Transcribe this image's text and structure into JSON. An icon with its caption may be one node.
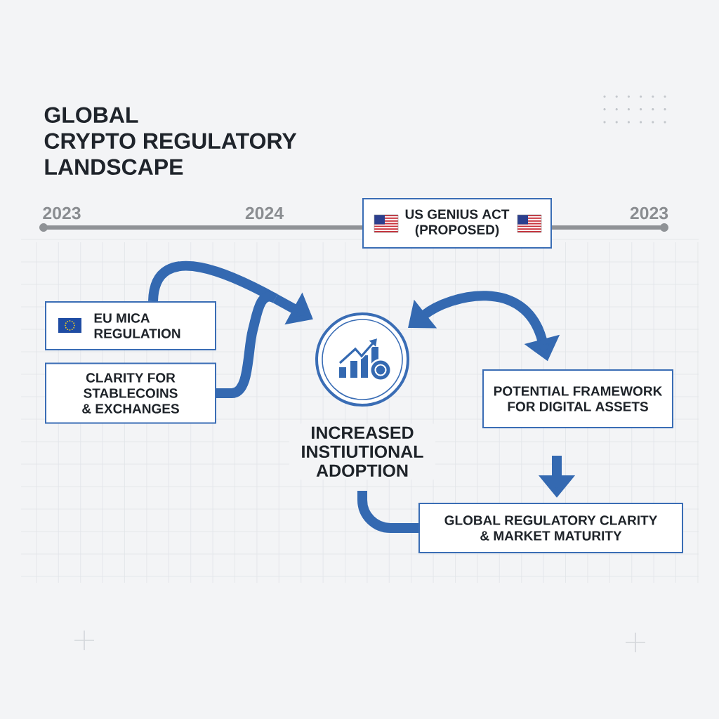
{
  "diagram": {
    "title": "GLOBAL CRYPTO REGULATORY LANDSCAPE",
    "nodes": [
      {
        "text": [
          "US GENIUS ACT (PROPOSED)"
        ]
      },
      {
        "text": [
          "EU MICA REGULATION"
        ]
      },
      {
        "text": [
          "CLARITY FOR STABLECOINS & EXCHANGES"
        ]
      },
      {
        "text": [
          "INCREASED INSTIUTIONAL ADOPTION"
        ]
      },
      {
        "text": [
          "POTENTIAL FRAMEWORK FOR DIGITAL ASSETS"
        ]
      },
      {
        "text": [
          "GLOBAL REGULATORY CLARITY & MARKET MATURITY"
        ]
      }
    ],
    "edges": [
      {
        "from": 1,
        "to": 3,
        "arrow": "to"
      },
      {
        "from": 2,
        "to": 3,
        "arrow": "to"
      },
      {
        "from": 3,
        "to": 4,
        "arrow": "both"
      },
      {
        "from": 4,
        "to": 5,
        "arrow": "to"
      },
      {
        "from": 3,
        "to": 5,
        "arrow": "none"
      }
    ],
    "labels": [
      "2023",
      "2024",
      "2023"
    ]
  }
}
